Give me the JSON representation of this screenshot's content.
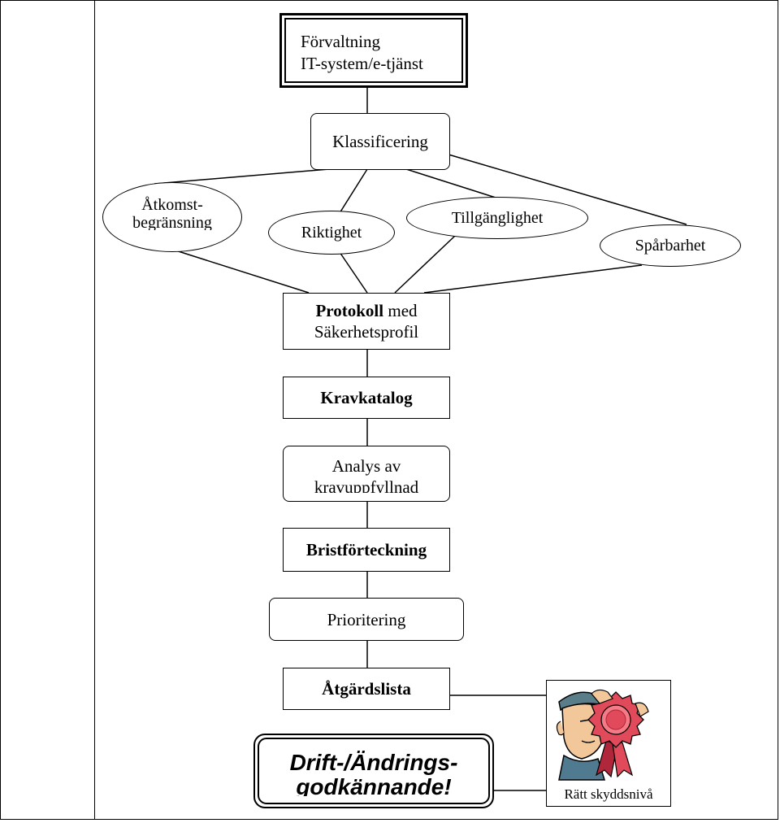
{
  "nodes": {
    "forvaltning": [
      "Förvaltning",
      "IT-system/e-tjänst"
    ],
    "klassificering": "Klassificering",
    "atkomst": [
      "Åtkomst-",
      "begränsning"
    ],
    "riktighet": "Riktighet",
    "tillganglighet": "Tillgänglighet",
    "sparbarhet": "Spårbarhet",
    "protokoll_bold": "Protokoll",
    "protokoll_rest": "med",
    "protokoll_line2": "Säkerhetsprofil",
    "kravkatalog": "Kravkatalog",
    "analys": [
      "Analys av",
      "kravuppfyllnad"
    ],
    "bristforteckning": "Bristförteckning",
    "prioritering": "Prioritering",
    "atgardslista": "Åtgärdslista",
    "drift": [
      "Drift-/Ändrings-",
      "godkännande!"
    ],
    "award_caption": "Rätt skyddsnivå"
  },
  "colors": {
    "line": "#000000",
    "rosette": "#e04a5a",
    "rosette_dark": "#b0263a",
    "skin": "#f2c79a",
    "cap": "#5a7d8a"
  },
  "icons": {
    "award": "person-holding-award-rosette-icon"
  }
}
